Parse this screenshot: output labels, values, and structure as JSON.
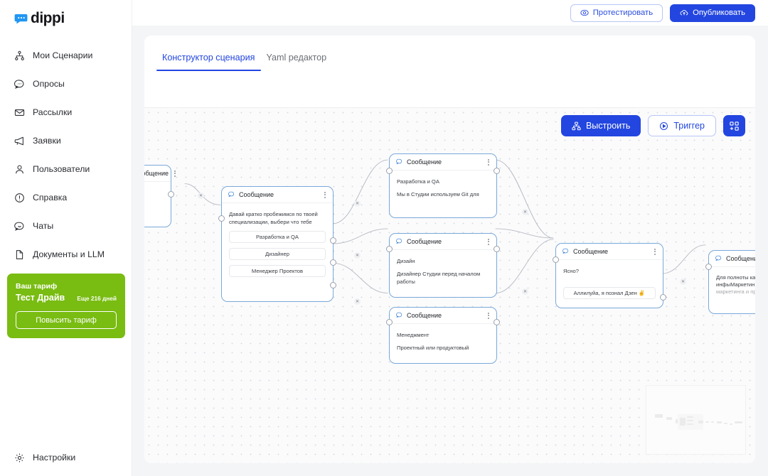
{
  "brand": {
    "name": "dippi",
    "accent": "#2346e0",
    "node_border": "#7aa8d9",
    "tariff_green": "#79bc12"
  },
  "sidebar": {
    "items": [
      {
        "label": "Мои Сценарии",
        "icon": "sitemap-icon"
      },
      {
        "label": "Опросы",
        "icon": "chat-dots-icon"
      },
      {
        "label": "Рассылки",
        "icon": "envelope-icon"
      },
      {
        "label": "Заявки",
        "icon": "megaphone-icon"
      },
      {
        "label": "Пользователи",
        "icon": "user-icon"
      },
      {
        "label": "Справка",
        "icon": "info-circle-icon"
      },
      {
        "label": "Чаты",
        "icon": "chat-smile-icon"
      },
      {
        "label": "Документы и LLM",
        "icon": "document-icon"
      }
    ],
    "tariff": {
      "title": "Ваш тариф",
      "plan": "Тест Драйв",
      "days_left": "Еще 216 дней",
      "upgrade_label": "Повысить тариф"
    },
    "settings_label": "Настройки"
  },
  "topbar": {
    "test_label": "Протестировать",
    "publish_label": "Опубликовать"
  },
  "tabs": [
    {
      "label": "Конструктор сценария",
      "active": true
    },
    {
      "label": "Yaml редактор",
      "active": false
    }
  ],
  "canvas_tools": {
    "arrange_label": "Выстроить",
    "trigger_label": "Триггер",
    "grid_label": "grid-add-icon"
  },
  "nodes": {
    "left_partial": {
      "title": "Сообщение"
    },
    "choice": {
      "title": "Сообщение",
      "text": "Давай кратко пробежимся по твоей специализации, выбери что тебе",
      "options": [
        "Разработка и QA",
        "Дизайнер",
        "Менеджер Проектов"
      ]
    },
    "dev": {
      "title": "Сообщение",
      "line1": "Разработка и QA",
      "line2": "Мы в Студии используем Git для"
    },
    "design": {
      "title": "Сообщение",
      "line1": "Дизайн",
      "line2": "Дизайнер Студии перед началом работы"
    },
    "manage": {
      "title": "Сообщение",
      "line1": "Менеджмент",
      "line2": "Проектный или продуктовый"
    },
    "clear": {
      "title": "Сообщение",
      "text": "Ясно?",
      "option": "Аллилуйа, я познал Дзен ✌"
    },
    "right_partial": {
      "title": "Сообщение",
      "line1": "Для полноты ка",
      "line2": "инфыМаркетин",
      "line3": "маркетинга и пр"
    }
  },
  "minimap": {
    "name": "canvas-minimap"
  }
}
